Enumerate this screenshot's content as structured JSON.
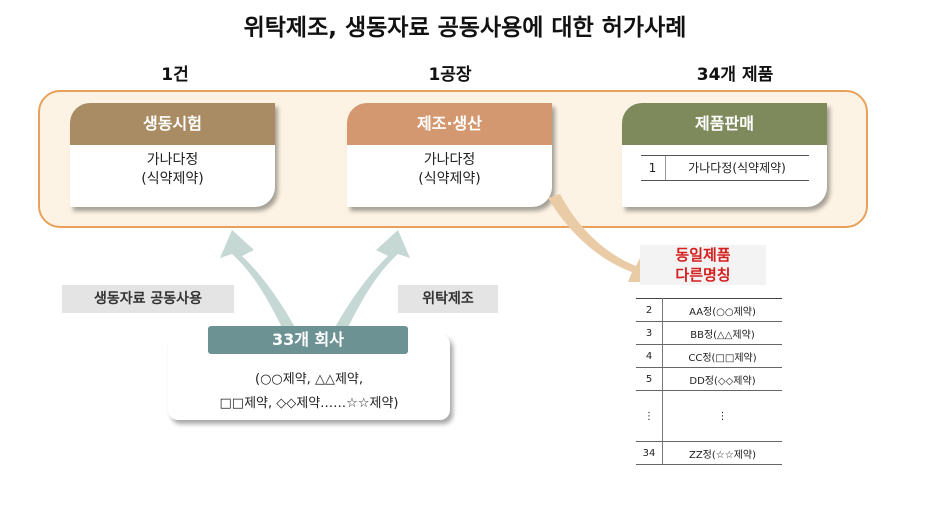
{
  "title": "위탁제조, 생동자료 공동사용에 대한 허가사례",
  "headers": [
    "1건",
    "1공장",
    "34개 제품"
  ],
  "cards": {
    "bio": {
      "title": "생동시험",
      "line1": "가나다정",
      "line2": "(식약제약)",
      "color": "#a98c63"
    },
    "mfg": {
      "title": "제조·생산",
      "line1": "가나다정",
      "line2": "(식약제약)",
      "color": "#d49870"
    },
    "sale": {
      "title": "제품판매",
      "row_no": "1",
      "row_text": "가나다정(식약제약)",
      "color": "#7f8a5c"
    }
  },
  "labels": {
    "shared_data": "생동자료 공동사용",
    "consign": "위탁제조"
  },
  "company": {
    "tag": "33개 회사",
    "line1": "(○○제약, △△제약,",
    "line2": "□□제약, ◇◇제약……☆☆제약)"
  },
  "same_product": {
    "line1": "동일제품",
    "line2": "다른명칭"
  },
  "product_table": [
    {
      "no": "2",
      "name": "AA정(○○제약)"
    },
    {
      "no": "3",
      "name": "BB정(△△제약)"
    },
    {
      "no": "4",
      "name": "CC정(□□제약)"
    },
    {
      "no": "5",
      "name": "DD정(◇◇제약)"
    },
    {
      "no": "⋮",
      "name": "⋮"
    },
    {
      "no": "34",
      "name": "ZZ정(☆☆제약)"
    }
  ],
  "colors": {
    "border": "#e8a15a",
    "panel": "#fdf3e4",
    "arrow_teal": "#c5d8d4",
    "arrow_tan": "#e9cba6",
    "accent_red": "#d42020",
    "company_tag": "#6d9294"
  }
}
